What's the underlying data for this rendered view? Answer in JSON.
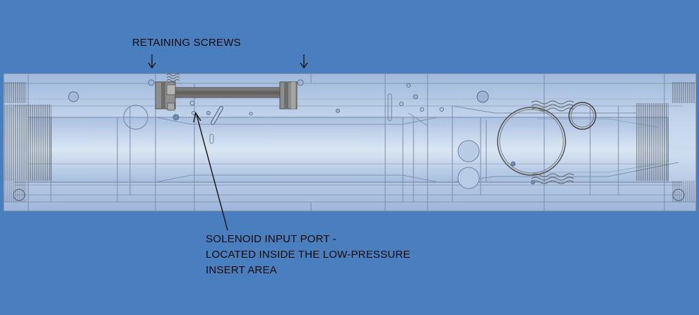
{
  "annotations": {
    "retaining_screws": "RETAINING SCREWS",
    "solenoid_port_line1": "SOLENOID INPUT PORT -",
    "solenoid_port_line2": "LOCATED INSIDE THE LOW-PRESSURE",
    "solenoid_port_line3": "INSERT AREA"
  },
  "colors": {
    "background": "#4a7fbf",
    "body_fill": "#b9cde6",
    "body_edge": "#5d6f8a",
    "screw_rod": "#707070",
    "label_text": "#0a0a0a"
  }
}
